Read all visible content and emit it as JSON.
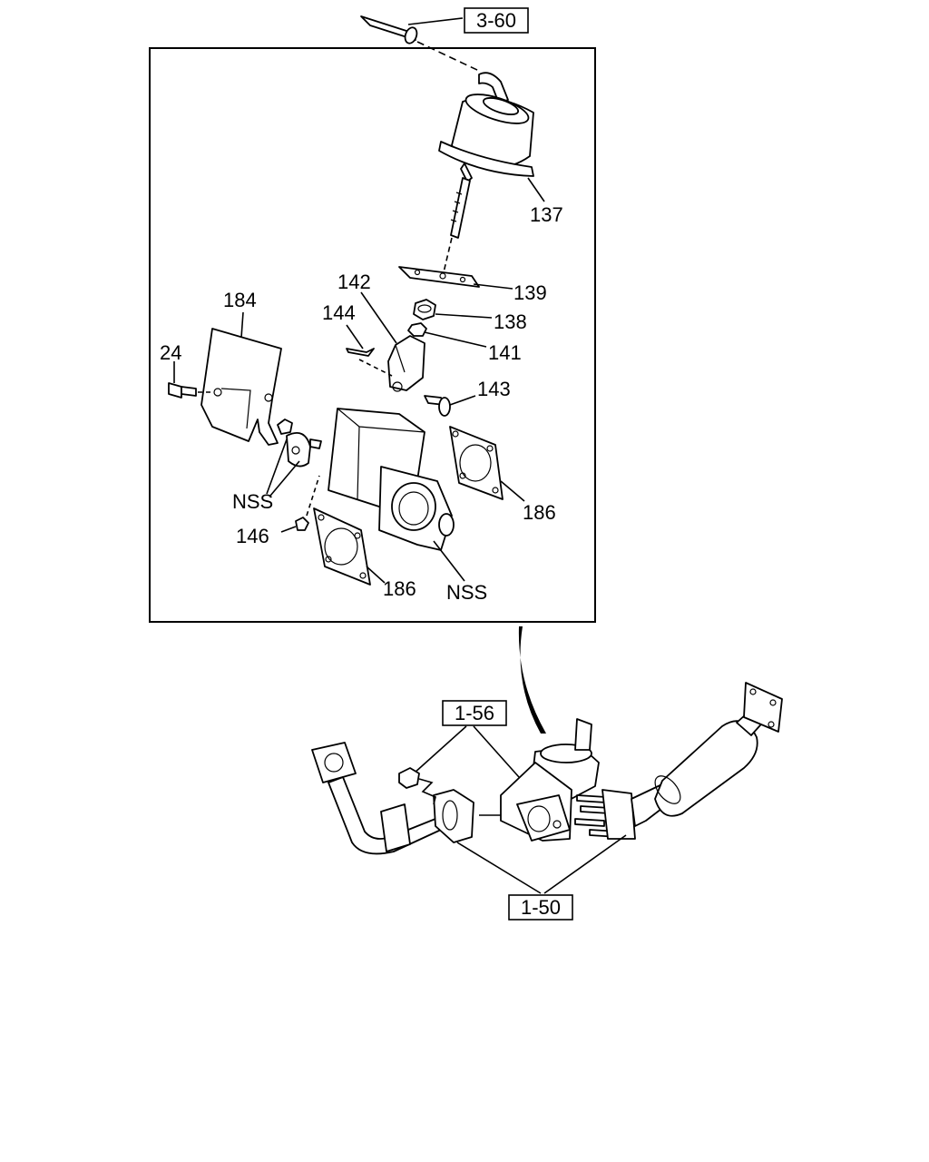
{
  "references": {
    "top": "3-60",
    "mid": "1-56",
    "bottom": "1-50"
  },
  "callouts": {
    "c137": "137",
    "c139": "139",
    "c138": "138",
    "c141": "141",
    "c143": "143",
    "c142": "142",
    "c144": "144",
    "c184": "184",
    "c24": "24",
    "c186a": "186",
    "c186b": "186",
    "c146": "146",
    "nss1": "NSS",
    "nss2": "NSS"
  }
}
